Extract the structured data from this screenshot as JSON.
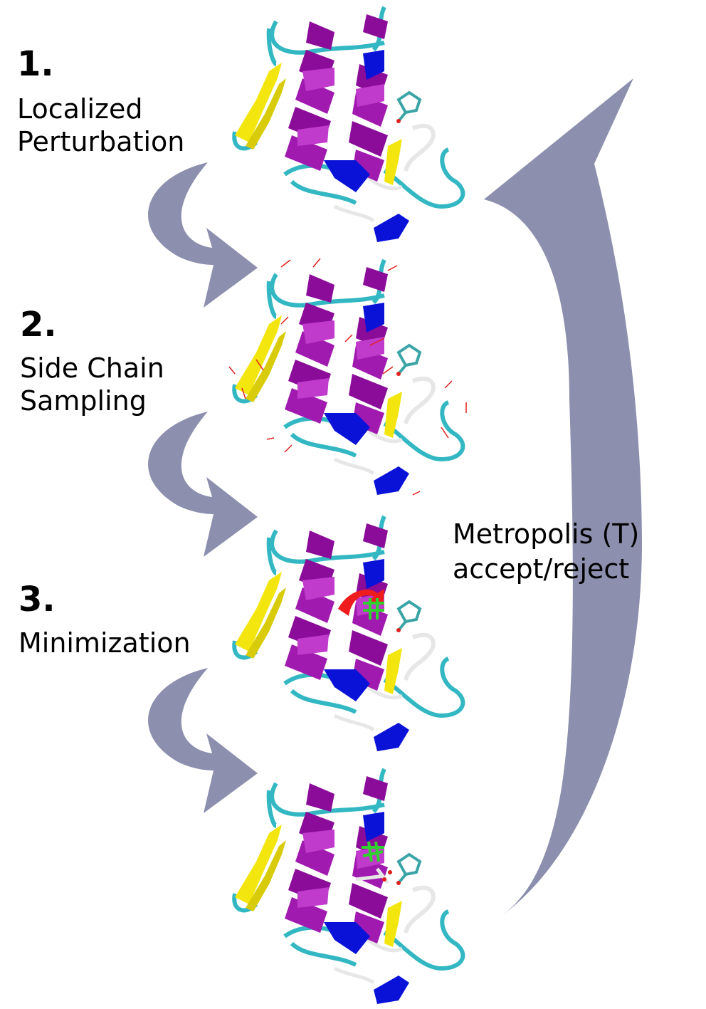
{
  "steps": [
    {
      "number": "1.",
      "label": "Localized\nPerturbation"
    },
    {
      "number": "2.",
      "label": "Side Chain\nSampling"
    },
    {
      "number": "3.",
      "label": "Minimization"
    }
  ],
  "loop_label": "Metropolis (T)\naccept/reject",
  "colors": {
    "arrow": "#8c8fad",
    "helix": "#8a0c99",
    "helix_highlight": "#c03acb",
    "short_helix": "#0a12d8",
    "sheet": "#f2e60e",
    "coil": "#33b8c3",
    "turn": "#e7e7e7",
    "ligand": "#3aa4a6",
    "perturbation_vectors": "#e0201c",
    "sampled_sidechain": "#2fd12f",
    "rotation_marker": "#ee1c1c"
  },
  "structures": [
    "protein-initial",
    "protein-perturbed",
    "protein-sampled",
    "protein-minimized"
  ]
}
